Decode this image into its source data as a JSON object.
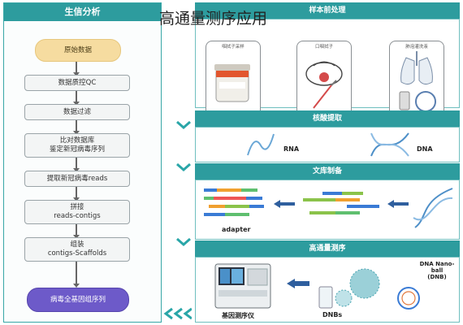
{
  "overlay_title": "高通量测序应用",
  "left": {
    "header": "生信分析",
    "start": "原始数据",
    "steps": [
      "数据质控QC",
      "数据过滤",
      "比对数据库\n鉴定新冠病毒序列",
      "提取新冠病毒reads",
      "拼接\nreads-contigs",
      "组装\ncontigs-Scaffolds"
    ],
    "end": "病毒全基因组序列"
  },
  "right": {
    "sample_header": "样本前处理",
    "sample_cards": [
      "咽拭子采样",
      "口咽拭子",
      "肺泡灌洗液"
    ],
    "extraction_header": "核酸提取",
    "rna_label": "RNA",
    "dna_label": "DNA",
    "library_header": "文库制备",
    "adapter_label": "adapter",
    "sequencing_header": "高通量测序",
    "sequencer_label": "基因测序仪",
    "dnb_label": "DNBs",
    "nanoball_label": "DNA Nano-ball\n(DNB)"
  },
  "colors": {
    "teal": "#2d9c9e",
    "flow_start": "#f6dca0",
    "flow_end": "#6d5ac9",
    "chevron": "#2aa6a8"
  }
}
